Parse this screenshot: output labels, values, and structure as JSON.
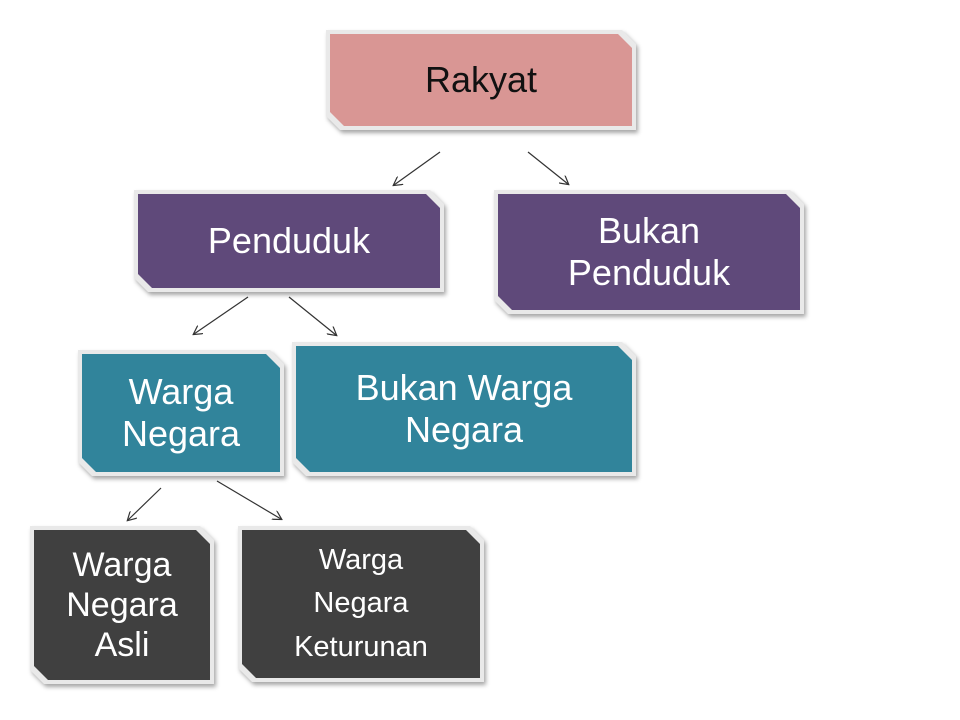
{
  "diagram": {
    "nodes": {
      "rakyat": "Rakyat",
      "penduduk": "Penduduk",
      "bukan_penduduk": "Bukan\nPenduduk",
      "warga_negara": "Warga\nNegara",
      "bukan_warga_negara": "Bukan Warga\nNegara",
      "warga_negara_asli": "Warga\nNegara\nAsli",
      "warga_negara_keturunan": "Warga\nNegara\nKeturunan"
    },
    "edges": [
      {
        "from": "rakyat",
        "to": "penduduk"
      },
      {
        "from": "rakyat",
        "to": "bukan_penduduk"
      },
      {
        "from": "penduduk",
        "to": "warga_negara"
      },
      {
        "from": "penduduk",
        "to": "bukan_warga_negara"
      },
      {
        "from": "warga_negara",
        "to": "warga_negara_asli"
      },
      {
        "from": "warga_negara",
        "to": "warga_negara_keturunan"
      }
    ],
    "colors": {
      "level1": "#d99694",
      "level2": "#5f497a",
      "level3": "#31849b",
      "level4": "#404040",
      "arrow": "#333333"
    }
  }
}
